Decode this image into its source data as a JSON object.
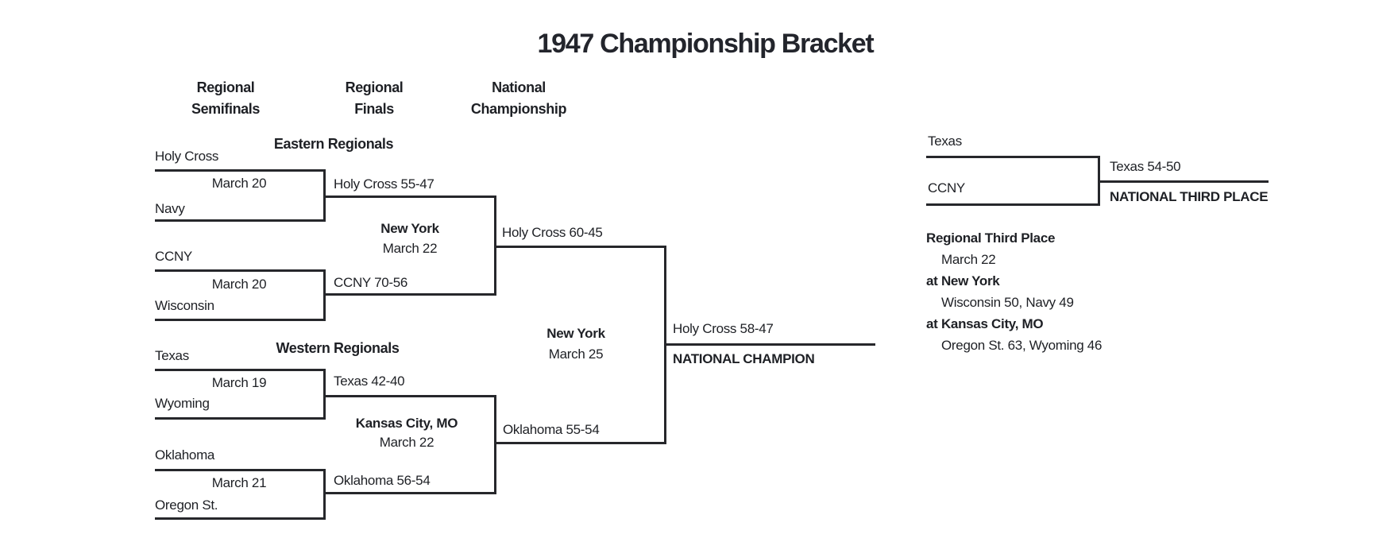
{
  "title": "1947 Championship Bracket",
  "round_headers": [
    {
      "line1": "Regional",
      "line2": "Semifinals"
    },
    {
      "line1": "Regional",
      "line2": "Finals"
    },
    {
      "line1": "National",
      "line2": "Championship"
    }
  ],
  "eastern": {
    "header": "Eastern Regionals",
    "game1": {
      "team1": "Holy Cross",
      "team2": "Navy",
      "date": "March 20",
      "result": "Holy Cross 55-47"
    },
    "game2": {
      "team1": "CCNY",
      "team2": "Wisconsin",
      "date": "March 20",
      "result": "CCNY 70-56"
    },
    "final": {
      "venue": "New York",
      "date": "March 22",
      "result": "Holy Cross 60-45"
    }
  },
  "western": {
    "header": "Western Regionals",
    "game1": {
      "team1": "Texas",
      "team2": "Wyoming",
      "date": "March 19",
      "result": "Texas 42-40"
    },
    "game2": {
      "team1": "Oklahoma",
      "team2": "Oregon St.",
      "date": "March 21",
      "result": "Oklahoma 56-54"
    },
    "final": {
      "venue": "Kansas City, MO",
      "date": "March 22",
      "result": "Oklahoma 55-54"
    }
  },
  "championship": {
    "venue": "New York",
    "date": "March 25",
    "result": "Holy Cross 58-47",
    "label": "NATIONAL CHAMPION"
  },
  "third_place_game": {
    "team1": "Texas",
    "team2": "CCNY",
    "result": "Texas 54-50",
    "label": "NATIONAL THIRD PLACE"
  },
  "regional_third_place": {
    "header": "Regional Third Place",
    "date": "March 22",
    "games": [
      {
        "site": "at New York",
        "result": "Wisconsin 50, Navy 49"
      },
      {
        "site": "at Kansas City, MO",
        "result": "Oregon St. 63, Wyoming 46"
      }
    ]
  },
  "colors": {
    "text": "#1e2025",
    "line": "#26272b"
  }
}
